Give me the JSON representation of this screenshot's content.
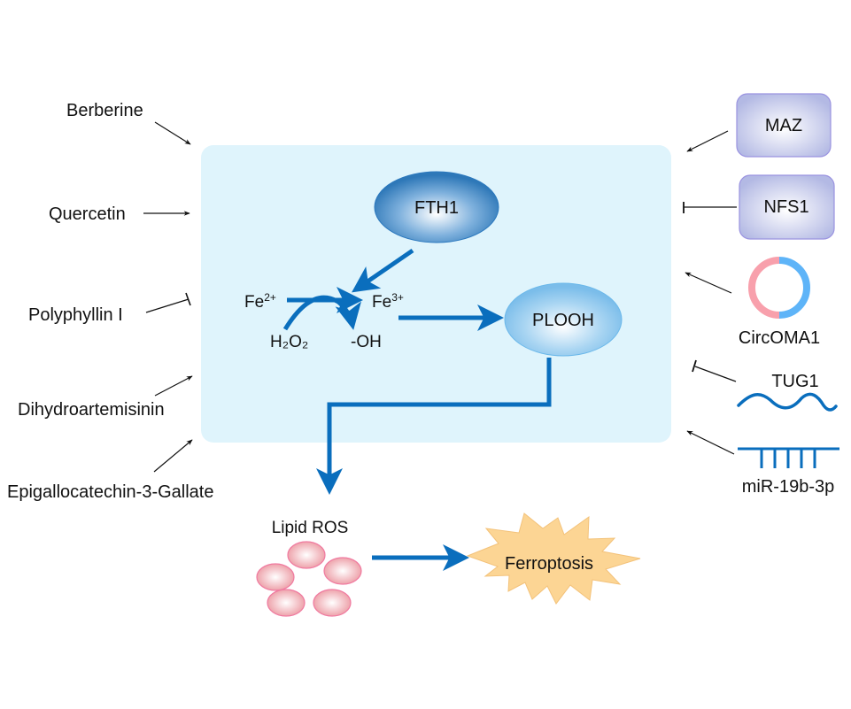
{
  "colors": {
    "panel_fill": "#DFF4FC",
    "pathway_blue": "#0A6EBD",
    "regulator_line": "#111111",
    "fth1_dark": "#2E78B8",
    "plooh_fill": "#8CC6EE",
    "box_fill": "#B8BEE6",
    "box_stroke": "#9A93E0",
    "ring_pink": "#F8A0AC",
    "ring_blue": "#5EB4F8",
    "droplet_fill": "#EEA0A8",
    "droplet_stroke": "#F07AA0",
    "burst_fill": "#FCD594",
    "burst_stroke": "#F3C27A",
    "rna_blue": "#0A6EBD"
  },
  "left_regulators": [
    {
      "label": "Berberine",
      "effect": "promote"
    },
    {
      "label": "Quercetin",
      "effect": "promote"
    },
    {
      "label": "Polyphyllin I",
      "effect": "inhibit"
    },
    {
      "label": "Dihydroartemisinin",
      "effect": "promote"
    },
    {
      "label": "Epigallocatechin-3-Gallate",
      "effect": "promote"
    }
  ],
  "right_regulators": [
    {
      "label": "MAZ",
      "shape": "box",
      "effect": "promote"
    },
    {
      "label": "NFS1",
      "shape": "box",
      "effect": "inhibit"
    },
    {
      "label": "CircOMA1",
      "shape": "circular-rna",
      "effect": "promote"
    },
    {
      "label": "TUG1",
      "shape": "lncrna-wave",
      "effect": "inhibit"
    },
    {
      "label": "miR-19b-3p",
      "shape": "mirna-comb",
      "effect": "promote"
    }
  ],
  "pathway": {
    "fth1": "FTH1",
    "fe2_base": "Fe",
    "fe2_charge": "2+",
    "fe3_base": "Fe",
    "fe3_charge": "3+",
    "h2o2": "H₂O₂",
    "oh": "-OH",
    "plooh": "PLOOH",
    "lipid_ros": "Lipid ROS",
    "ferroptosis": "Ferroptosis"
  }
}
